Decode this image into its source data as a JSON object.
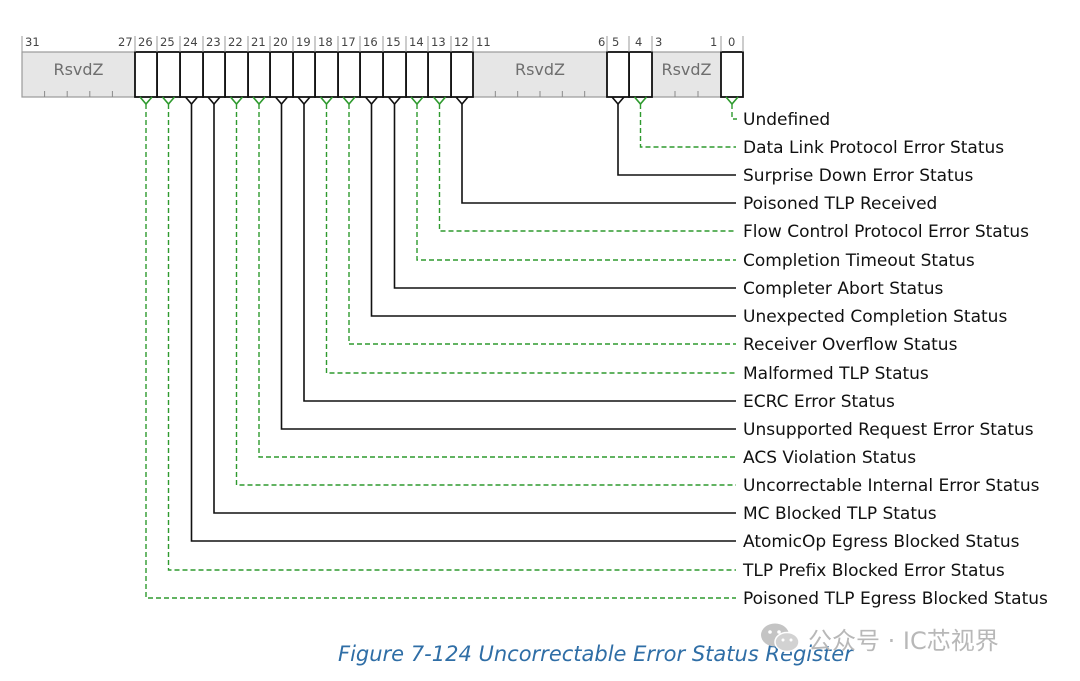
{
  "register": {
    "bits": [
      {
        "bit": 31,
        "label": "31"
      },
      {
        "bit": 27,
        "label": "27"
      },
      {
        "bit": 26,
        "label": "26"
      },
      {
        "bit": 25,
        "label": "25"
      },
      {
        "bit": 24,
        "label": "24"
      },
      {
        "bit": 23,
        "label": "23"
      },
      {
        "bit": 22,
        "label": "22"
      },
      {
        "bit": 21,
        "label": "21"
      },
      {
        "bit": 20,
        "label": "20"
      },
      {
        "bit": 19,
        "label": "19"
      },
      {
        "bit": 18,
        "label": "18"
      },
      {
        "bit": 17,
        "label": "17"
      },
      {
        "bit": 16,
        "label": "16"
      },
      {
        "bit": 15,
        "label": "15"
      },
      {
        "bit": 14,
        "label": "14"
      },
      {
        "bit": 13,
        "label": "13"
      },
      {
        "bit": 12,
        "label": "12"
      },
      {
        "bit": 11,
        "label": "11"
      },
      {
        "bit": 6,
        "label": "6"
      },
      {
        "bit": 5,
        "label": "5"
      },
      {
        "bit": 4,
        "label": "4"
      },
      {
        "bit": 3,
        "label": "3"
      },
      {
        "bit": 1,
        "label": "1"
      },
      {
        "bit": 0,
        "label": "0"
      }
    ],
    "reserved": [
      {
        "label": "RsvdZ",
        "from": 31,
        "to": 27
      },
      {
        "label": "RsvdZ",
        "from": 11,
        "to": 6
      },
      {
        "label": "RsvdZ",
        "from": 3,
        "to": 1
      }
    ],
    "fields": [
      {
        "bit": 0,
        "label": "Undefined",
        "style": "dashed"
      },
      {
        "bit": 4,
        "label": "Data Link Protocol Error Status",
        "style": "dashed"
      },
      {
        "bit": 5,
        "label": "Surprise Down Error Status",
        "style": "solid"
      },
      {
        "bit": 12,
        "label": "Poisoned TLP Received",
        "style": "solid"
      },
      {
        "bit": 13,
        "label": "Flow Control Protocol Error Status",
        "style": "dashed"
      },
      {
        "bit": 14,
        "label": "Completion Timeout Status",
        "style": "dashed"
      },
      {
        "bit": 15,
        "label": "Completer Abort Status",
        "style": "solid"
      },
      {
        "bit": 16,
        "label": "Unexpected Completion Status",
        "style": "solid"
      },
      {
        "bit": 17,
        "label": "Receiver Overflow Status",
        "style": "dashed"
      },
      {
        "bit": 18,
        "label": "Malformed TLP Status",
        "style": "dashed"
      },
      {
        "bit": 19,
        "label": "ECRC Error Status",
        "style": "solid"
      },
      {
        "bit": 20,
        "label": "Unsupported Request Error Status",
        "style": "solid"
      },
      {
        "bit": 21,
        "label": "ACS Violation Status",
        "style": "dashed"
      },
      {
        "bit": 22,
        "label": "Uncorrectable Internal Error Status",
        "style": "dashed"
      },
      {
        "bit": 23,
        "label": "MC Blocked TLP Status",
        "style": "solid"
      },
      {
        "bit": 24,
        "label": "AtomicOp Egress Blocked Status",
        "style": "solid"
      },
      {
        "bit": 25,
        "label": "TLP Prefix Blocked Error Status",
        "style": "dashed"
      },
      {
        "bit": 26,
        "label": "Poisoned TLP Egress Blocked Status",
        "style": "dashed"
      }
    ]
  },
  "caption": "Figure  7-124  Uncorrectable Error Status Register",
  "watermark": "公众号 · IC芯视界",
  "colors": {
    "solid_line": "#111111",
    "dashed_line": "#2e9a2e",
    "reserved_fill": "#e6e6e6",
    "caption": "#2f6ea6"
  }
}
